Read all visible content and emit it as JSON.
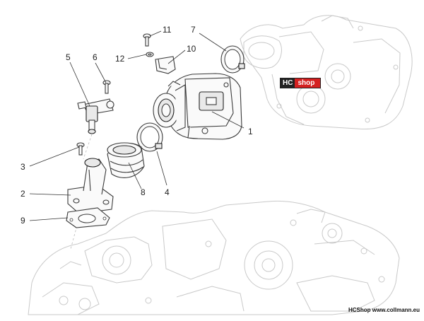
{
  "callouts": [
    "1",
    "2",
    "3",
    "4",
    "5",
    "6",
    "7",
    "8",
    "9",
    "10",
    "11",
    "12"
  ],
  "watermark": {
    "hc": "HC",
    "shop": "shop"
  },
  "footer": "HCShop www.collmann.eu"
}
